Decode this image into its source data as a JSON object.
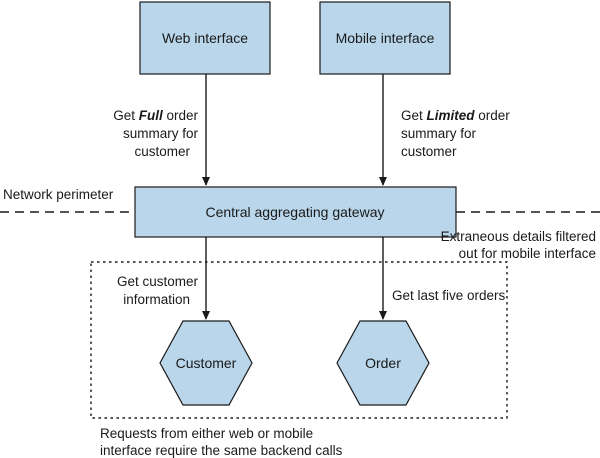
{
  "nodes": {
    "web_interface": "Web interface",
    "mobile_interface": "Mobile interface",
    "gateway": "Central aggregating gateway",
    "customer": "Customer",
    "order": "Order"
  },
  "edges": {
    "web_to_gateway": {
      "prefix": "Get ",
      "emphasis": "Full",
      "suffix": " order",
      "line2": "summary for",
      "line3": "customer"
    },
    "mobile_to_gateway": {
      "prefix": "Get ",
      "emphasis": "Limited",
      "suffix": " order",
      "line2": "summary for",
      "line3": "customer"
    },
    "gateway_to_customer": {
      "line1": "Get customer",
      "line2": "information"
    },
    "gateway_to_order": {
      "line1": "Get last five orders"
    }
  },
  "annotations": {
    "network_perimeter": "Network perimeter",
    "filter_note_line1": "Extraneous details filtered",
    "filter_note_line2": "out for mobile interface",
    "backend_note_line1": "Requests from either web or mobile",
    "backend_note_line2": "interface require the same backend calls"
  },
  "colors": {
    "node_fill": "#b9d6ea",
    "stroke": "#1a1a1a"
  }
}
